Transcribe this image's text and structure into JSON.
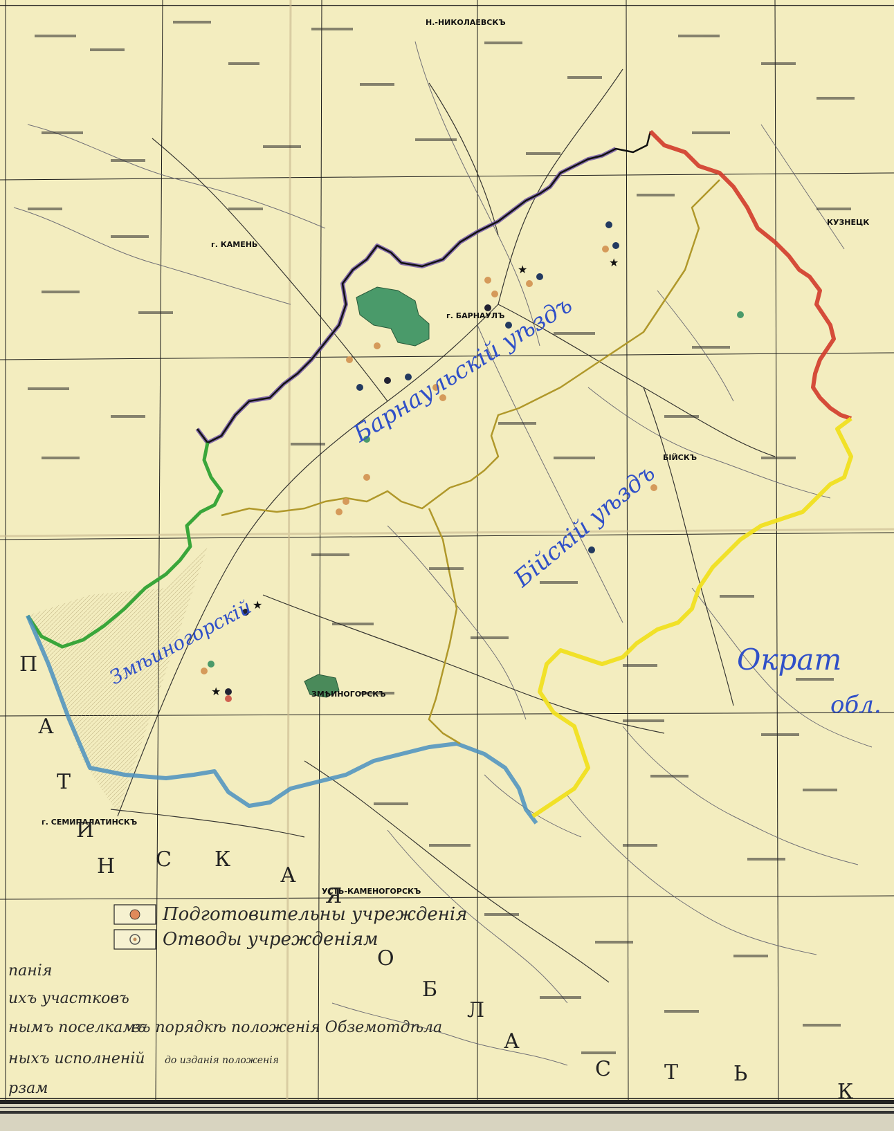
{
  "map": {
    "background": "#f4efc4",
    "colors": {
      "purple": "#7a5fa8",
      "black": "#111111",
      "red": "#d23a2a",
      "green": "#3aa63a",
      "blue": "#4a90c0",
      "yellow": "#f0e020",
      "olive": "#b0982a",
      "forest": "#4a9a6a"
    },
    "cities": [
      "г. КАМЕНЬ",
      "г. БАРНАУЛЪ",
      "БІЙСКЪ",
      "ЗМѢИНОГОРСКЪ",
      "г. СЕМИПАЛАТИНСКЪ",
      "КУЗНЕЦК",
      "Н.-НИКОЛАЕВСКЪ",
      "УСТЬ-КАМЕНОГОРСКЪ"
    ],
    "region_letters": [
      "П",
      "А",
      "Т",
      "И",
      "Н",
      "С",
      "К",
      "А",
      "Я",
      "О",
      "Б",
      "Л",
      "А",
      "С",
      "Т",
      "Ь",
      "К"
    ],
    "blue_labels": [
      "Барнаульскій уѣздъ",
      "Бійскій уѣздъ",
      "Змѣиногорскій",
      "Ократ",
      "обл."
    ],
    "legend": {
      "items": [
        {
          "symbol": "orange-dot-icon",
          "text": "Подготовительны учрежденія"
        },
        {
          "symbol": "ring-dot-icon",
          "text": "Отводы учрежденіям"
        }
      ]
    },
    "notes": [
      "панія",
      "ихъ участковъ",
      "нымъ поселкамъ",
      "въ порядкѣ положенія Обземотдѣла",
      "ныхъ исполненій",
      "до изданія положенія",
      "рзам"
    ]
  }
}
